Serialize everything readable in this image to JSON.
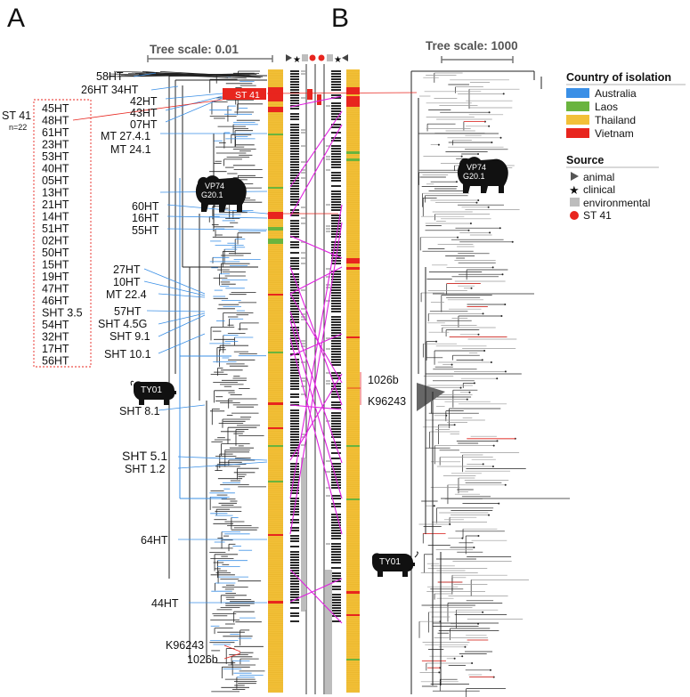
{
  "panels": {
    "a": "A",
    "b": "B"
  },
  "tree_scale": {
    "a": "Tree scale: 0.01",
    "b": "Tree scale: 1000"
  },
  "st41_bar_label": "ST 41",
  "st41_group": {
    "label": "ST 41",
    "count": "n=22",
    "isolates": [
      "45HT",
      "48HT",
      "61HT",
      "23HT",
      "53HT",
      "40HT",
      "05HT",
      "13HT",
      "21HT",
      "14HT",
      "51HT",
      "02HT",
      "50HT",
      "15HT",
      "19HT",
      "47HT",
      "46HT",
      "SHT 3.5",
      "54HT",
      "32HT",
      "17HT",
      "56HT"
    ]
  },
  "animals": {
    "bear_a": {
      "line1": "VP74",
      "line2": "G20.1"
    },
    "bear_b": {
      "line1": "VP74",
      "line2": "G20.1"
    },
    "pig_a": "TY01",
    "pig_b": "TY01"
  },
  "labels_a": {
    "l58HT": "58HT",
    "l26_34HT": "26HT 34HT",
    "l42HT": "42HT",
    "l43HT": "43HT",
    "l07HT": "07HT",
    "mt2741": "MT 27.4.1",
    "mt241": "MT 24.1",
    "l60HT": "60HT",
    "l16HT": "16HT",
    "l55HT": "55HT",
    "l27HT": "27HT",
    "l10HT": "10HT",
    "mt224": "MT 22.4",
    "l57HT": "57HT",
    "sht45g": "SHT 4.5G",
    "sht91": "SHT 9.1",
    "sht101": "SHT 10.1",
    "sht81": "SHT 8.1",
    "sht51": "SHT 5.1",
    "sht12": "SHT 1.2",
    "l64HT": "64HT",
    "l44HT": "44HT",
    "k96243": "K96243",
    "l1026b": "1026b"
  },
  "labels_b": {
    "l1026b": "1026b",
    "k96243": "K96243"
  },
  "legend": {
    "country_title": "Country of isolation",
    "countries": [
      {
        "name": "Australia",
        "color": "#3a8fe6"
      },
      {
        "name": "Laos",
        "color": "#6ab43e"
      },
      {
        "name": "Thailand",
        "color": "#f2c038"
      },
      {
        "name": "Vietnam",
        "color": "#e8251e"
      }
    ],
    "source_title": "Source",
    "sources": [
      {
        "name": "animal",
        "icon": "triangle-icon"
      },
      {
        "name": "clinical",
        "icon": "star-icon"
      },
      {
        "name": "environmental",
        "icon": "square-icon"
      },
      {
        "name": "ST 41",
        "icon": "red-circle-icon"
      }
    ]
  },
  "colors": {
    "australia": "#3a8fe6",
    "laos": "#6ab43e",
    "thailand": "#f2c038",
    "vietnam": "#e8251e",
    "link": "#e020e0",
    "environmental": "#bdbdbd",
    "tree": "#222222"
  }
}
